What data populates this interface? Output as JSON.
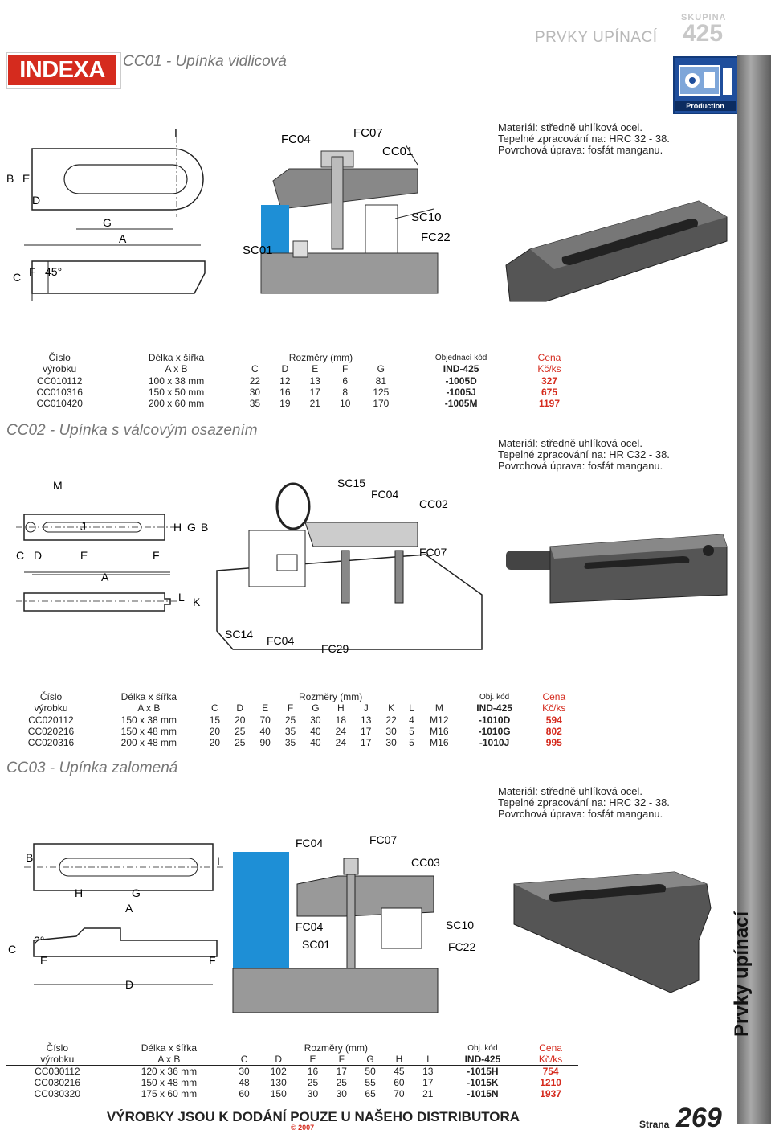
{
  "header": {
    "title": "PRVKY UPÍNACÍ",
    "skupina_label": "SKUPINA",
    "skupina_number": "425"
  },
  "brand": {
    "logo": "INDEXA"
  },
  "production_icon": {
    "label": "Production"
  },
  "side_label": "Prvky upínací",
  "sections": [
    {
      "title": "CC01 - Upínka vidlicová",
      "material": "Materiál: středně uhlíková ocel.",
      "hardening": "Tepelné zpracování na:",
      "hardening_value": "HRC 32 - 38.",
      "surface": "Povrchová úprava:",
      "surface_value": "fosfát manganu.",
      "diagram_labels": [
        "B",
        "E",
        "D",
        "G",
        "A",
        "C",
        "F",
        "45°",
        "FC04",
        "FC07",
        "CC01",
        "SC10",
        "FC22",
        "SC01",
        "I"
      ],
      "table": {
        "head1": [
          "Číslo",
          "Délka x šířka",
          "Rozměry (mm)",
          "Objednací kód",
          "Cena"
        ],
        "head2": [
          "výrobku",
          "A x B",
          "C",
          "D",
          "E",
          "F",
          "G",
          "IND-425",
          "Kč/ks"
        ],
        "rows": [
          [
            "CC010112",
            "100 x 38 mm",
            "22",
            "12",
            "13",
            "6",
            "81",
            "-1005D",
            "327"
          ],
          [
            "CC010316",
            "150 x 50 mm",
            "30",
            "16",
            "17",
            "8",
            "125",
            "-1005J",
            "675"
          ],
          [
            "CC010420",
            "200 x 60 mm",
            "35",
            "19",
            "21",
            "10",
            "170",
            "-1005M",
            "1197"
          ]
        ]
      }
    },
    {
      "title": "CC02 - Upínka s válcovým osazením",
      "material": "Materiál: středně uhlíková ocel.",
      "hardening": "Tepelné zpracování na:",
      "hardening_value": "HR C32 - 38.",
      "surface": "Povrchová úprava:",
      "surface_value": "fosfát manganu.",
      "diagram_labels": [
        "M",
        "J",
        "H",
        "G",
        "B",
        "C",
        "D",
        "E",
        "F",
        "A",
        "L",
        "K",
        "SC15",
        "FC04",
        "CC02",
        "FC07",
        "SC14",
        "FC04",
        "FC29"
      ],
      "table": {
        "head1": [
          "Číslo",
          "Délka x šířka",
          "Rozměry (mm)",
          "Obj. kód",
          "Cena"
        ],
        "head2": [
          "výrobku",
          "A x B",
          "C",
          "D",
          "E",
          "F",
          "G",
          "H",
          "J",
          "K",
          "L",
          "M",
          "IND-425",
          "Kč/ks"
        ],
        "rows": [
          [
            "CC020112",
            "150 x 38 mm",
            "15",
            "20",
            "70",
            "25",
            "30",
            "18",
            "13",
            "22",
            "4",
            "M12",
            "-1010D",
            "594"
          ],
          [
            "CC020216",
            "150 x 48 mm",
            "20",
            "25",
            "40",
            "35",
            "40",
            "24",
            "17",
            "30",
            "5",
            "M16",
            "-1010G",
            "802"
          ],
          [
            "CC020316",
            "200 x 48 mm",
            "20",
            "25",
            "90",
            "35",
            "40",
            "24",
            "17",
            "30",
            "5",
            "M16",
            "-1010J",
            "995"
          ]
        ]
      }
    },
    {
      "title": "CC03 - Upínka zalomená",
      "material": "Materiál: středně uhlíková ocel.",
      "hardening": "Tepelné zpracování na:",
      "hardening_value": "HRC 32 - 38.",
      "surface": "Povrchová úprava:",
      "surface_value": "fosfát manganu.",
      "diagram_labels": [
        "B",
        "H",
        "G",
        "A",
        "C",
        "2°",
        "E",
        "D",
        "F",
        "I",
        "FC04",
        "FC07",
        "CC03",
        "FC04",
        "SC01",
        "SC10",
        "FC22"
      ],
      "table": {
        "head1": [
          "Číslo",
          "Délka x šířka",
          "Rozměry (mm)",
          "Obj. kód",
          "Cena"
        ],
        "head2": [
          "výrobku",
          "A x B",
          "C",
          "D",
          "E",
          "F",
          "G",
          "H",
          "I",
          "IND-425",
          "Kč/ks"
        ],
        "rows": [
          [
            "CC030112",
            "120 x 36 mm",
            "30",
            "102",
            "16",
            "17",
            "50",
            "45",
            "13",
            "-1015H",
            "754"
          ],
          [
            "CC030216",
            "150 x 48 mm",
            "48",
            "130",
            "25",
            "25",
            "55",
            "60",
            "17",
            "-1015K",
            "1210"
          ],
          [
            "CC030320",
            "175 x 60 mm",
            "60",
            "150",
            "30",
            "30",
            "65",
            "70",
            "21",
            "-1015N",
            "1937"
          ]
        ]
      }
    }
  ],
  "footer": {
    "notice": "VÝROBKY JSOU K DODÁNÍ POUZE U NAŠEHO DISTRIBUTORA",
    "copyright": "© 2007",
    "page_label": "Strana",
    "page_number": "269"
  }
}
